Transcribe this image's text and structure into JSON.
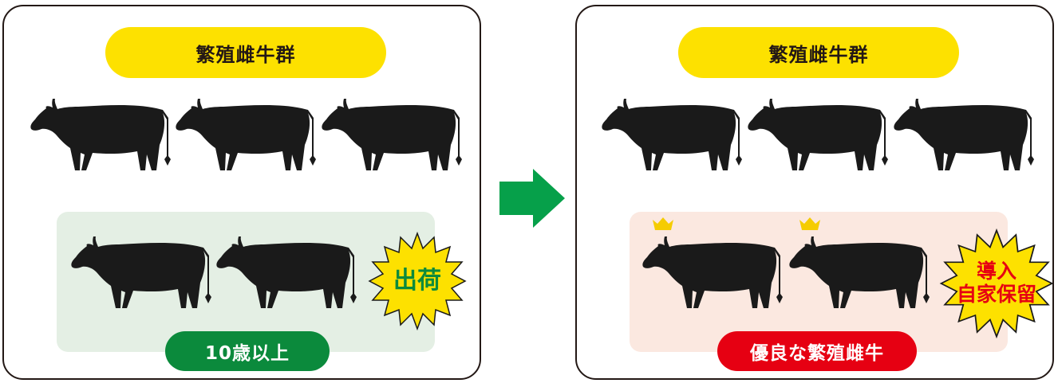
{
  "colors": {
    "border": "#231815",
    "title_yellow": "#fde100",
    "cow_black": "#1a1a1a",
    "left_area_bg": "#e4efe4",
    "right_area_bg": "#fbe8e0",
    "left_label_bg": "#0b8a3c",
    "right_label_bg": "#e60012",
    "arrow_green": "#06a04a",
    "burst_fill": "#fde100",
    "left_burst_text": "#0b8a3c",
    "right_burst_text": "#e60012",
    "crown": "#f5cc00"
  },
  "left_panel": {
    "title": "繁殖雌牛群",
    "label": "10歳以上",
    "burst_lines": [
      "出荷"
    ]
  },
  "right_panel": {
    "title": "繁殖雌牛群",
    "label": "優良な繁殖雌牛",
    "burst_lines": [
      "導入",
      "自家保留"
    ]
  },
  "icons": {
    "cow": "cow-icon",
    "crown": "crown-icon",
    "arrow": "arrow-right-icon",
    "burst": "starburst-badge"
  }
}
